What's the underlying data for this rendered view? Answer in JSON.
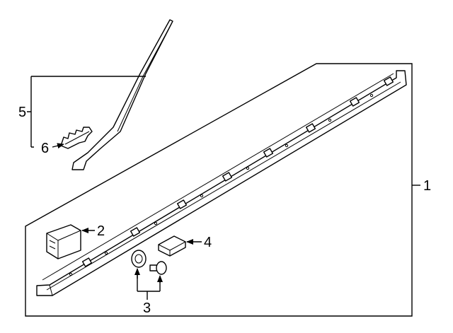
{
  "callouts": {
    "c1": "1",
    "c2": "2",
    "c3": "3",
    "c4": "4",
    "c5": "5",
    "c6": "6"
  },
  "colors": {
    "line": "#000000",
    "background": "#ffffff"
  }
}
